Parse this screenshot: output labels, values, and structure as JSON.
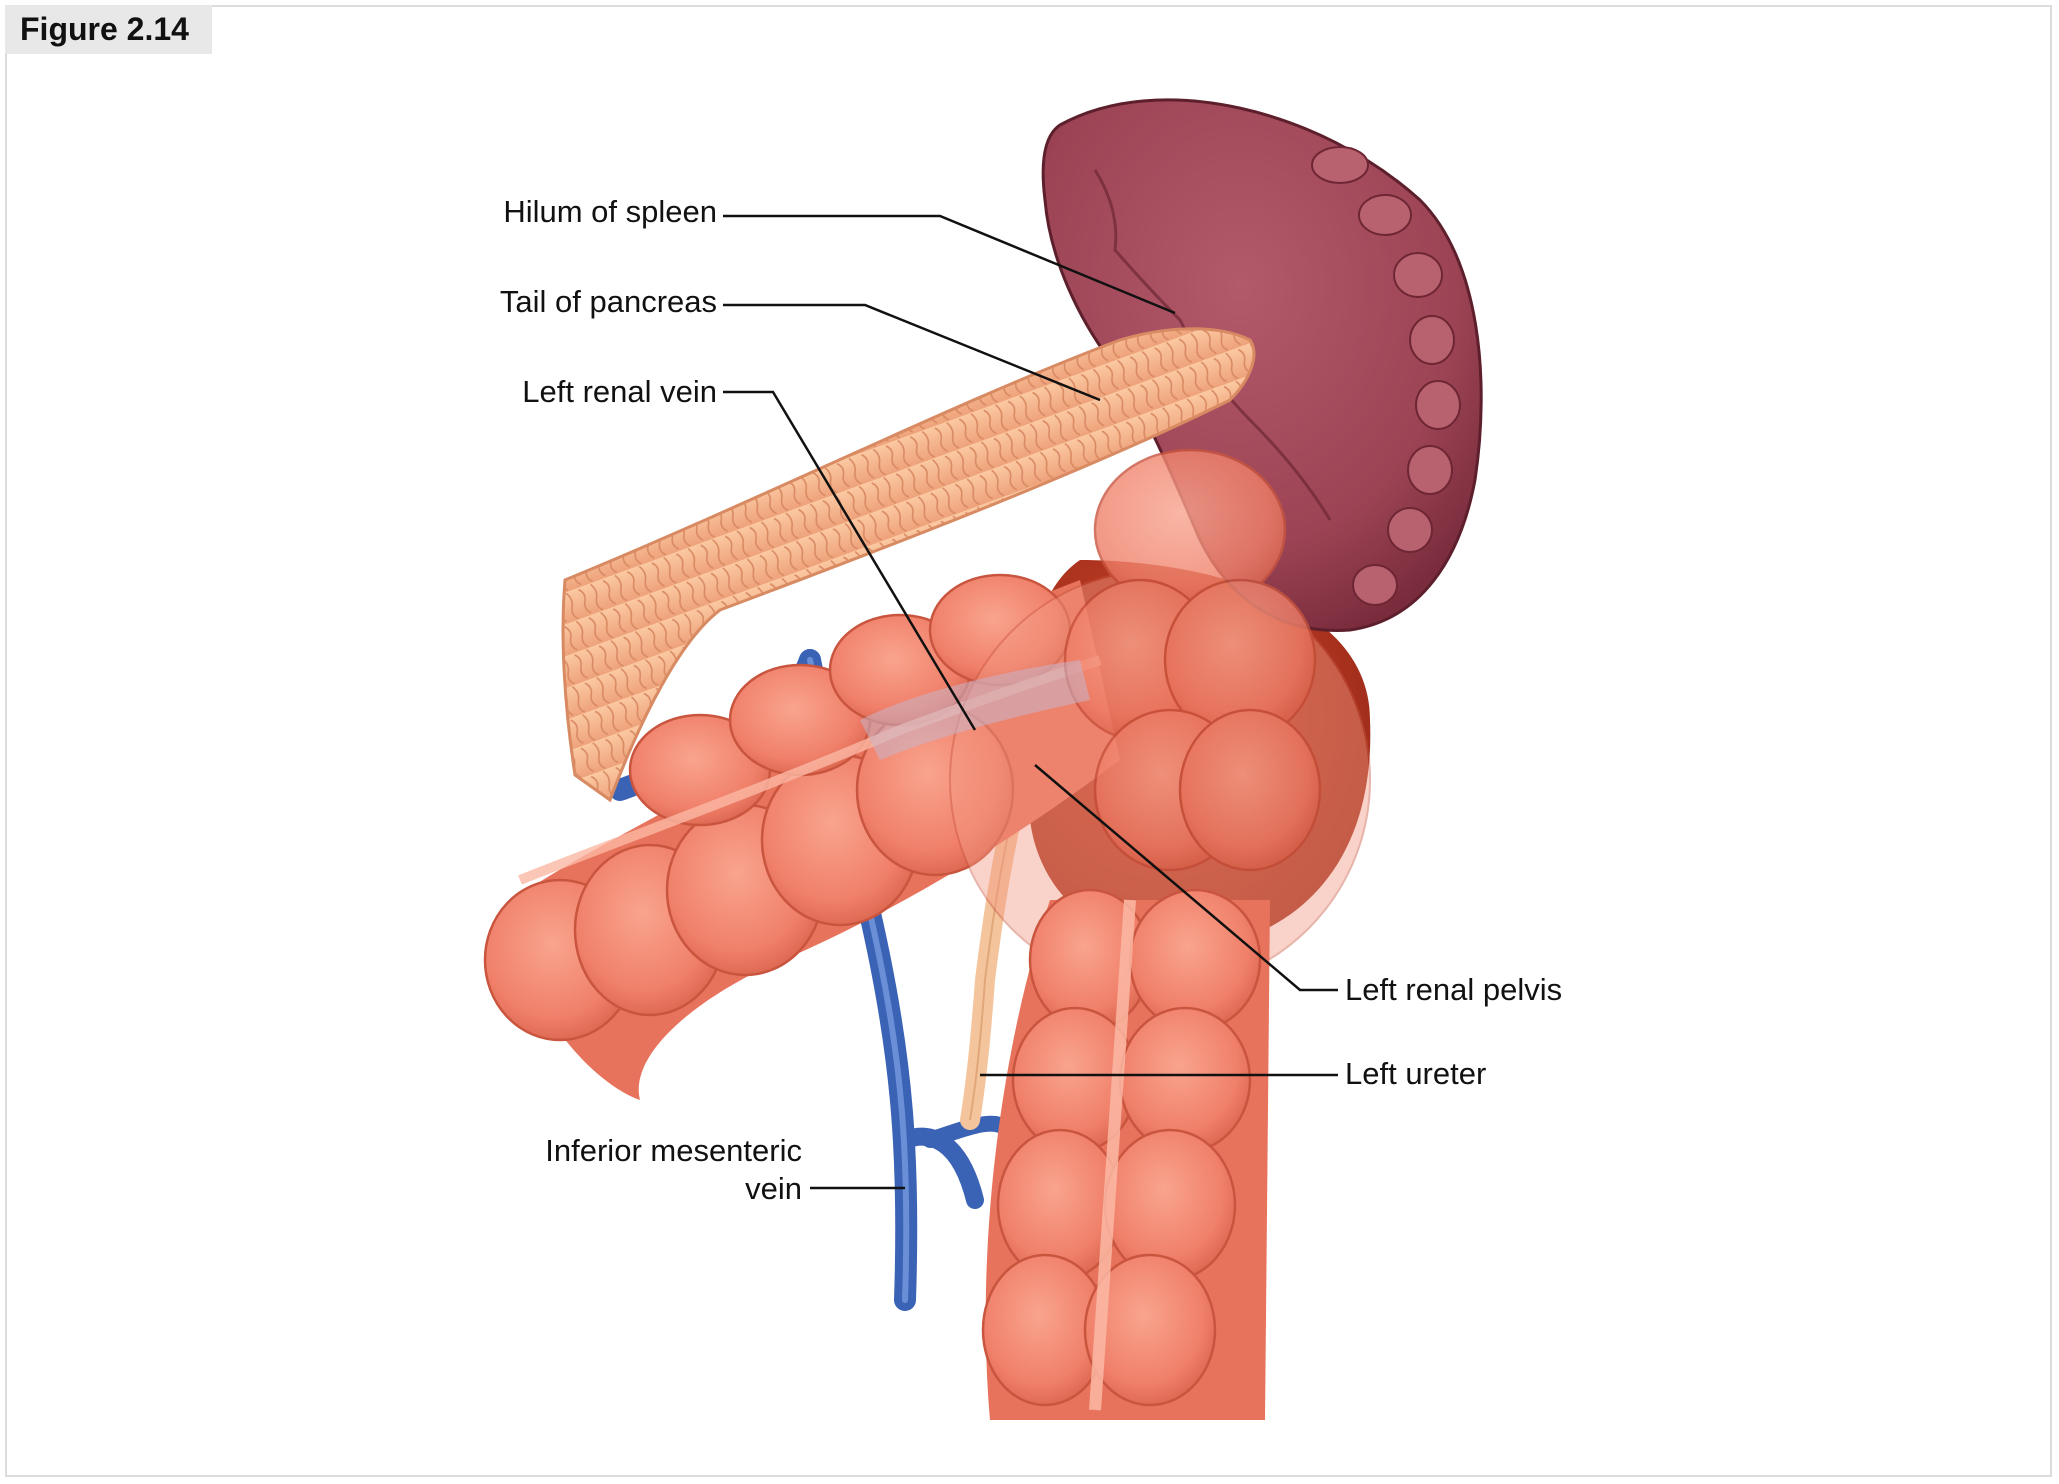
{
  "figure_label": "Figure 2.14",
  "labels": {
    "hilum_of_spleen": "Hilum of spleen",
    "tail_of_pancreas": "Tail of pancreas",
    "left_renal_vein": "Left renal vein",
    "left_renal_pelvis": "Left renal pelvis",
    "left_ureter": "Left ureter",
    "inferior_mesenteric_vein_line1": "Inferior mesenteric",
    "inferior_mesenteric_vein_line2": "vein"
  },
  "colors": {
    "spleen": "#a44c5c",
    "spleen_dark": "#6e2634",
    "pancreas": "#f6b68c",
    "colon": "#f2826c",
    "colon_dark": "#c9553f",
    "kidney": "#b8361f",
    "vein": "#3b63b5",
    "ureter": "#f4c49c",
    "leader_line": "#111111"
  }
}
